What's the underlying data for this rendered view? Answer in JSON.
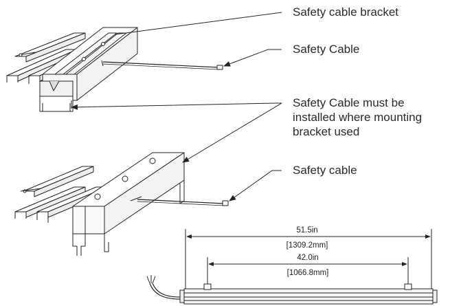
{
  "callouts": {
    "bracket": "Safety cable bracket",
    "cable_top": "Safety Cable",
    "must_install": [
      "Safety Cable must be",
      "installed where mounting",
      "bracket used"
    ],
    "cable_bottom": "Safety cable"
  },
  "dimensions": {
    "overall_in": "51.5in",
    "overall_mm": "[1309.2mm]",
    "mount_in": "42.0in",
    "mount_mm": "[1066.8mm]"
  }
}
